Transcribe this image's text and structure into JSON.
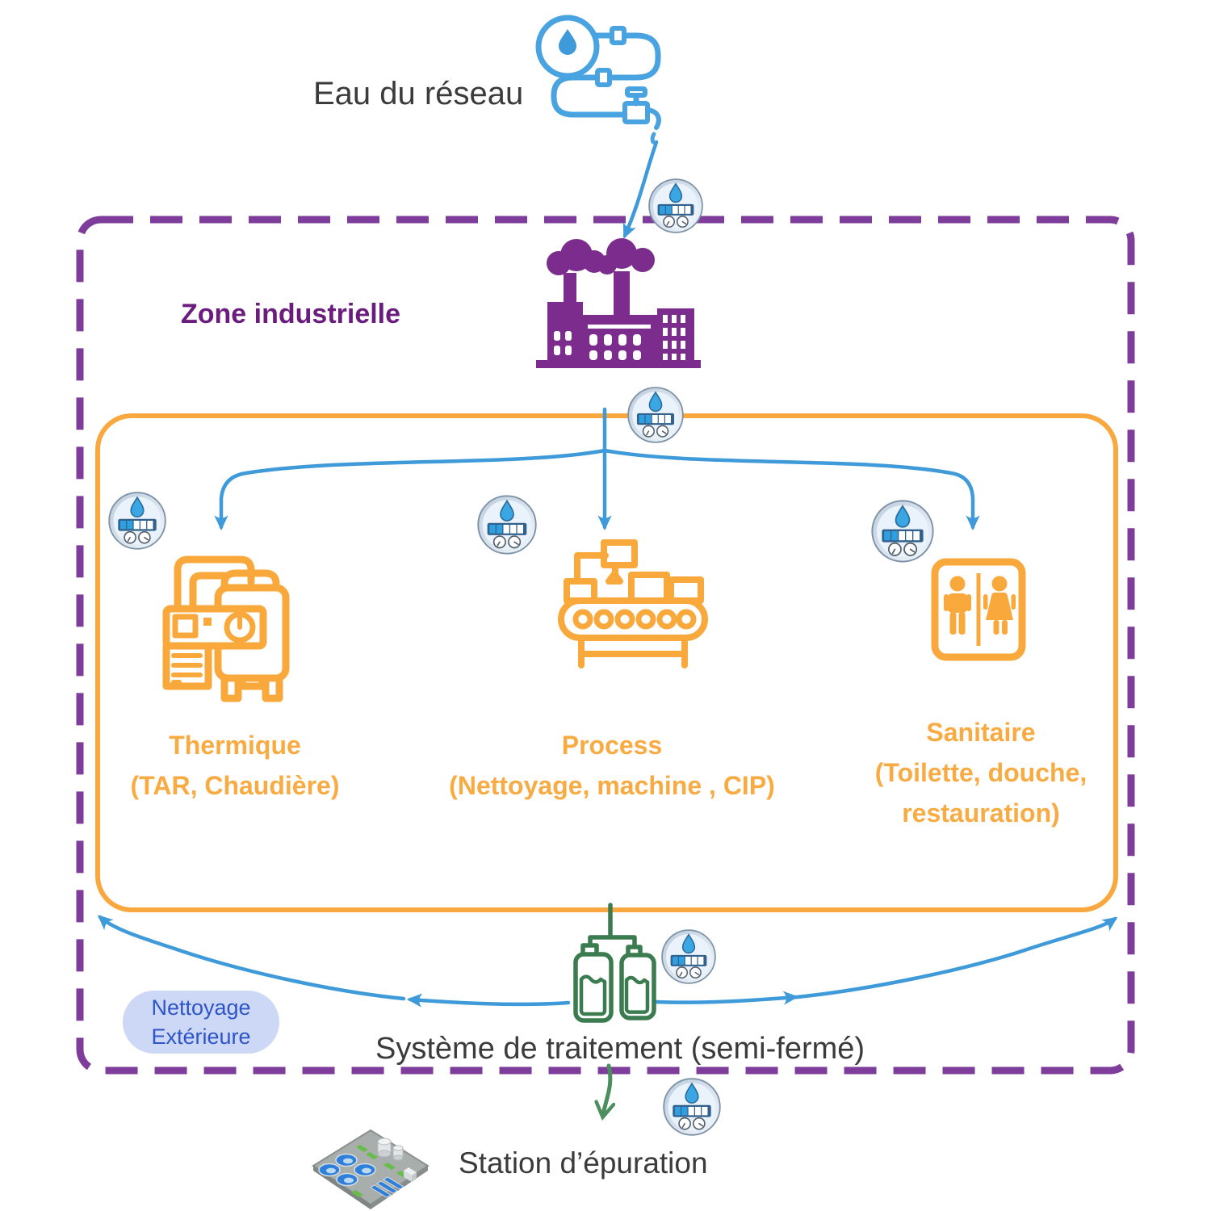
{
  "source": {
    "label": "Eau du réseau"
  },
  "zone": {
    "label": "Zone industrielle"
  },
  "usages": [
    {
      "title": "Thermique",
      "subtitle": "(TAR, Chaudière)"
    },
    {
      "title": "Process",
      "subtitle": "(Nettoyage, machine , CIP)"
    },
    {
      "title": "Sanitaire",
      "subtitle": "(Toilette, douche, restauration)"
    }
  ],
  "treatment": {
    "label": "Système de traitement (semi-fermé)"
  },
  "external_cleaning": {
    "label": "Nettoyage Extérieure"
  },
  "station": {
    "label": "Station d’épuration"
  },
  "icons": {
    "source": "tap-water-pipe-icon",
    "meter": "water-meter-icon",
    "factory": "factory-icon",
    "thermique": "boiler-icon",
    "process": "conveyor-belt-icon",
    "sanitaire": "restroom-sign-icon",
    "treatment": "treatment-bottles-icon",
    "station": "wastewater-plant-icon"
  },
  "colors": {
    "flow_blue": "#3f9ad9",
    "zone_purple_border": "#7e3d9b",
    "zone_purple_text": "#6b1d7f",
    "factory_purple": "#7b2c8c",
    "usage_orange": "#f8a83e",
    "treatment_green": "#3a7c4f",
    "text_dark": "#3b3b3b",
    "cleaning_pill_bg": "#cdd7f6",
    "cleaning_pill_text": "#2d55c8"
  }
}
